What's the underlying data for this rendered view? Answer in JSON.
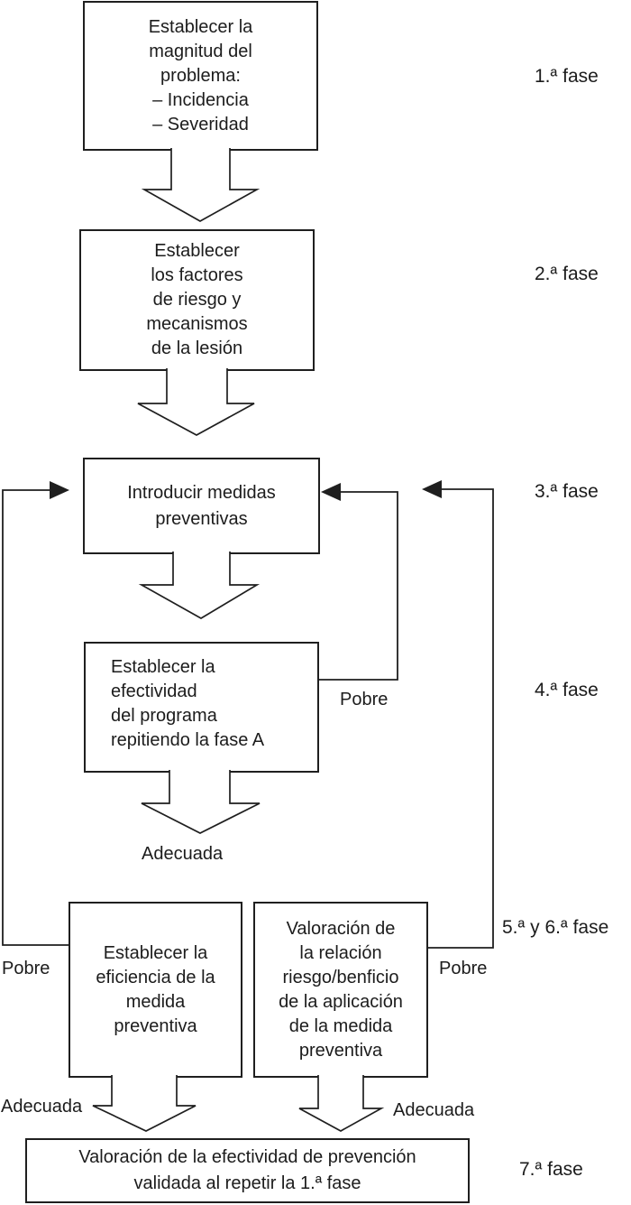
{
  "diagram": {
    "boxes": [
      {
        "id": "box-1-magnitud",
        "lines": [
          "Establecer la",
          "magnitud del",
          "problema:",
          "– Incidencia",
          "– Severidad"
        ]
      },
      {
        "id": "box-2-factores",
        "lines": [
          "Establecer",
          "los factores",
          "de riesgo y",
          "mecanismos",
          "de la lesión"
        ]
      },
      {
        "id": "box-3-medidas",
        "lines": [
          "Introducir medidas",
          "preventivas"
        ]
      },
      {
        "id": "box-4-efectividad",
        "lines": [
          "Establecer la",
          "efectividad",
          "del programa",
          "repitiendo la fase A"
        ]
      },
      {
        "id": "box-5-eficiencia",
        "lines": [
          "Establecer la",
          "eficiencia de la",
          "medida",
          "preventiva"
        ]
      },
      {
        "id": "box-6-valoracion",
        "lines": [
          "Valoración de",
          "la relación",
          "riesgo/benficio",
          "de la aplicación",
          "de la medida",
          "preventiva"
        ]
      },
      {
        "id": "box-7-final",
        "lines": [
          "Valoración de la efectividad de prevención",
          "validada al repetir la 1.ª fase"
        ]
      }
    ],
    "phase_labels": [
      "1.ª fase",
      "2.ª fase",
      "3.ª fase",
      "4.ª fase",
      "5.ª y 6.ª fase",
      "7.ª fase"
    ],
    "edge_labels": {
      "pobre_mid": "Pobre",
      "pobre_left": "Pobre",
      "pobre_right": "Pobre",
      "adecuada_top": "Adecuada",
      "adecuada_left": "Adecuada",
      "adecuada_right": "Adecuada"
    },
    "colors": {
      "ink": "#1f1f1f",
      "background": "#ffffff"
    }
  }
}
